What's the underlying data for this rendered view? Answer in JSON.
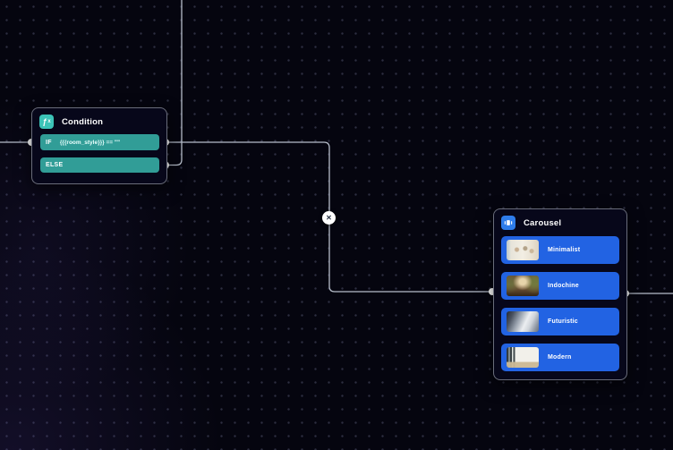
{
  "condition_node": {
    "title": "Condition",
    "icon_glyph_f": "ƒ",
    "icon_glyph_sub": "x",
    "if_label": "IF",
    "if_expression": "{{{room_style}}} == \"\"",
    "else_label": "ELSE"
  },
  "carousel_node": {
    "title": "Carousel",
    "items": [
      {
        "label": "Minimalist",
        "image": "minimalist-room-thumbnail"
      },
      {
        "label": "Indochine",
        "image": "indochine-room-thumbnail"
      },
      {
        "label": "Futuristic",
        "image": "futuristic-room-thumbnail"
      },
      {
        "label": "Modern",
        "image": "modern-room-thumbnail"
      }
    ]
  },
  "edges": {
    "delete_glyph": "✕"
  },
  "colors": {
    "canvas_bg": "#05050f",
    "grid_dot": "#8a90b6",
    "node_bg": "#07071a",
    "node_border": "#e2e8f0",
    "condition_accent": "#319d97",
    "condition_icon": "#3cc3b7",
    "carousel_accent": "#2263e3",
    "carousel_icon": "#2e7cea",
    "edge_line": "#b6bdc9",
    "port_fill": "#ffffff"
  }
}
